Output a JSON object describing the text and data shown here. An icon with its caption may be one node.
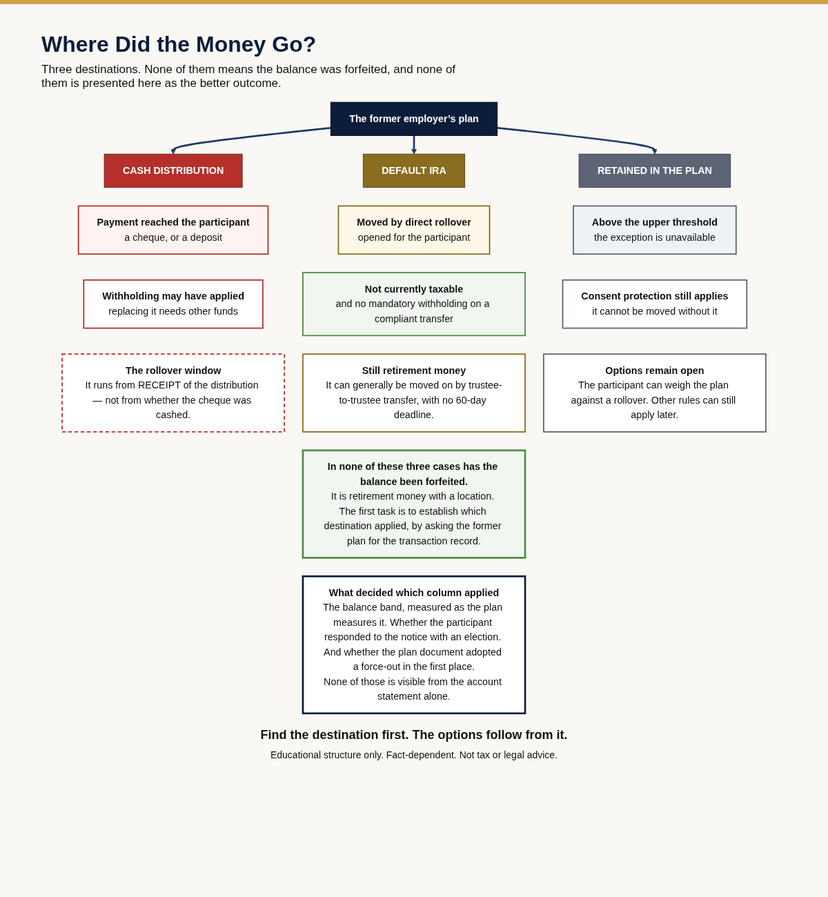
{
  "diagram": {
    "title": "Where Did the Money Go?",
    "nodes": [
      {
        "text": [
          "The former employer’s plan"
        ]
      },
      {
        "text": [
          "CASH DISTRIBUTION"
        ]
      },
      {
        "text": [
          "DEFAULT IRA"
        ]
      },
      {
        "text": [
          "RETAINED IN THE PLAN"
        ]
      },
      {
        "text": [
          "Payment reached the participant",
          "a cheque, or a deposit"
        ]
      },
      {
        "text": [
          "Moved by direct rollover",
          "opened for the participant"
        ]
      },
      {
        "text": [
          "Above the upper threshold",
          "the exception is unavailable"
        ]
      },
      {
        "text": [
          "Withholding may have applied",
          "replacing it needs other funds"
        ]
      },
      {
        "text": [
          "Not currently taxable",
          "and no mandatory withholding on a compliant transfer"
        ]
      },
      {
        "text": [
          "Consent protection still applies",
          "it cannot be moved without it"
        ]
      },
      {
        "text": [
          "The rollover window",
          "It runs from RECEIPT of the distribution — not from whether the cheque was cashed."
        ]
      },
      {
        "text": [
          "Still retirement money",
          "It can generally be moved on by trustee-to-trustee transfer, with no 60-day deadline."
        ]
      },
      {
        "text": [
          "Options remain open",
          "The participant can weigh the plan against a rollover. Other rules can still apply later."
        ]
      },
      {
        "text": [
          "In none of these three cases has the balance been forfeited.",
          "It is retirement money with a location. The first task is to establish which destination applied, by asking the former plan for the transaction record."
        ]
      },
      {
        "text": [
          "What decided which column applied",
          "The balance band, measured as the plan measures it. Whether the participant responded to the notice with an election. And whether the plan document adopted a force-out in the first place.",
          "None of those is visible from the account statement alone."
        ]
      }
    ],
    "edges": [
      {
        "from": 0,
        "to": 1,
        "arrow": "to"
      },
      {
        "from": 0,
        "to": 2,
        "arrow": "to"
      },
      {
        "from": 0,
        "to": 3,
        "arrow": "to"
      }
    ],
    "labels": [
      "Three destinations. None of them means the balance was forfeited, and none of them is presented here as the better outcome.",
      "Find the destination first. The options follow from it.",
      "Educational structure only. Fact-dependent. Not tax or legal advice."
    ]
  }
}
